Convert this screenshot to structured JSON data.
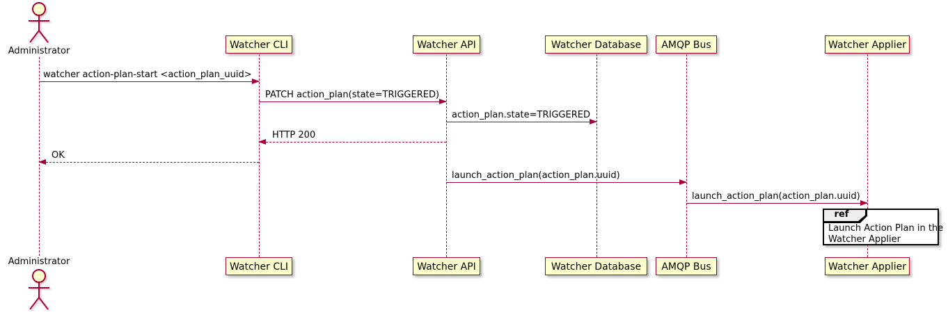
{
  "diagram_type": "sequence-diagram",
  "actor": {
    "name": "Administrator"
  },
  "participants": [
    {
      "name": "Watcher CLI"
    },
    {
      "name": "Watcher API"
    },
    {
      "name": "Watcher Database"
    },
    {
      "name": "AMQP Bus"
    },
    {
      "name": "Watcher Applier"
    }
  ],
  "messages": [
    {
      "text": "watcher action-plan-start <action_plan_uuid>",
      "from": "Administrator",
      "to": "Watcher CLI",
      "line": "solid"
    },
    {
      "text": "PATCH action_plan(state=TRIGGERED)",
      "from": "Watcher CLI",
      "to": "Watcher API",
      "line": "solid"
    },
    {
      "text": "action_plan.state=TRIGGERED",
      "from": "Watcher API",
      "to": "Watcher Database",
      "line": "solid"
    },
    {
      "text": "HTTP 200",
      "from": "Watcher API",
      "to": "Watcher CLI",
      "line": "dashed"
    },
    {
      "text": "OK",
      "from": "Watcher CLI",
      "to": "Administrator",
      "line": "dashed"
    },
    {
      "text": "launch_action_plan(action_plan.uuid)",
      "from": "Watcher API",
      "to": "AMQP Bus",
      "line": "solid"
    },
    {
      "text": "launch_action_plan(action_plan.uuid)",
      "from": "AMQP Bus",
      "to": "Watcher Applier",
      "line": "solid"
    }
  ],
  "ref_fragment": {
    "keyword": "ref",
    "over": "Watcher Applier",
    "text": "Launch Action Plan in the Watcher Applier",
    "lines": [
      "Launch Action Plan in the",
      "Watcher Applier"
    ]
  },
  "colors": {
    "border": "#A80036",
    "participant_fill": "#FEFECE",
    "lifeline": "#A80036",
    "arrow": "#A80036",
    "text": "#000000",
    "ref_border": "#000000",
    "ref_header_fill": "#EEEEEE",
    "background": "#FFFFFF"
  }
}
